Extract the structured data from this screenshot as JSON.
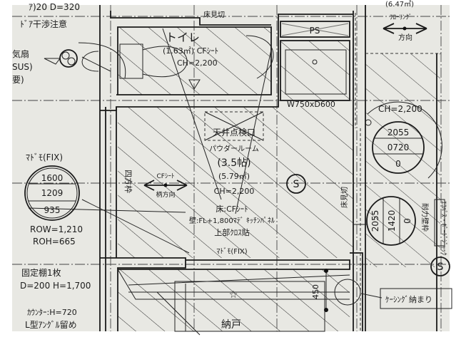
{
  "colors": {
    "paper": "#e8e8e3",
    "ink": "#1c1c1c",
    "margin": "#ffffff"
  },
  "labels": {
    "top_left_partial": "ｱ)20 D=320",
    "door_warning": "ﾄﾞｱ干渉注意",
    "fan_partial_1": "気扇",
    "fan_partial_2": "SUS)",
    "fan_partial_3": "要)",
    "floor_edge_top": "床見切",
    "ps": "PS",
    "cabinet_size": "W750xD600",
    "flooring": "ﾌﾛｰﾘﾝｸﾞ",
    "flooring_dir": "方向",
    "top_right_partial": "(6.47㎡)",
    "ch_right": "CH=2,200",
    "case_finish": "ｹｰｼﾝｸﾞ納まり",
    "bearing_wall": "耐力壁枠",
    "board_note": "ｴｺﾊﾟｽ・ﾎﾞｰﾄﾞｼﾞｬｯｸ",
    "floor_edge_vertical": "床見切",
    "four_frame": "四方枠",
    "cf_sheet": "CFｼｰﾄ",
    "pattern_dir": "柄方向",
    "window_fix_top": "ﾏﾄﾞﾓ(FIX)",
    "window_fix_bottom": "ﾏﾄﾞﾓ(FIX)",
    "row": "ROW=1,210",
    "roh": "ROH=665",
    "fixed_shelf": "固定棚1枚",
    "shelf_dims": "D=200 H=1,700",
    "counter": "ｶｳﾝﾀｰ:H=720",
    "angle": "L型ｱﾝｸﾞﾙ留め",
    "storage": "納戸",
    "dim_450": "450",
    "s_mark": "S"
  },
  "toilet": {
    "name": "トイレ",
    "area": "(1.63㎡) CFｼｰﾄ",
    "ch": "CH=2,200"
  },
  "powder_room": {
    "inspection": "天井点検口",
    "name": "パウダールーム",
    "tatami": "(3.5帖)",
    "area": "(5.79㎡)",
    "ch": "CH=2,200",
    "floor": "床:CFｼｰﾄ",
    "wall": "壁:FL+1,800ﾏﾃﾞ ｷｯﾁﾝﾊﾟﾈﾙ",
    "upper": "上部ｸﾛｽ貼"
  },
  "window_left": {
    "values": [
      "1600",
      "1209",
      "935"
    ]
  },
  "door_right_upper": {
    "values": [
      "2055",
      "0720",
      "0"
    ]
  },
  "door_right_lower": {
    "values": [
      "2055",
      "1420",
      "0"
    ]
  }
}
